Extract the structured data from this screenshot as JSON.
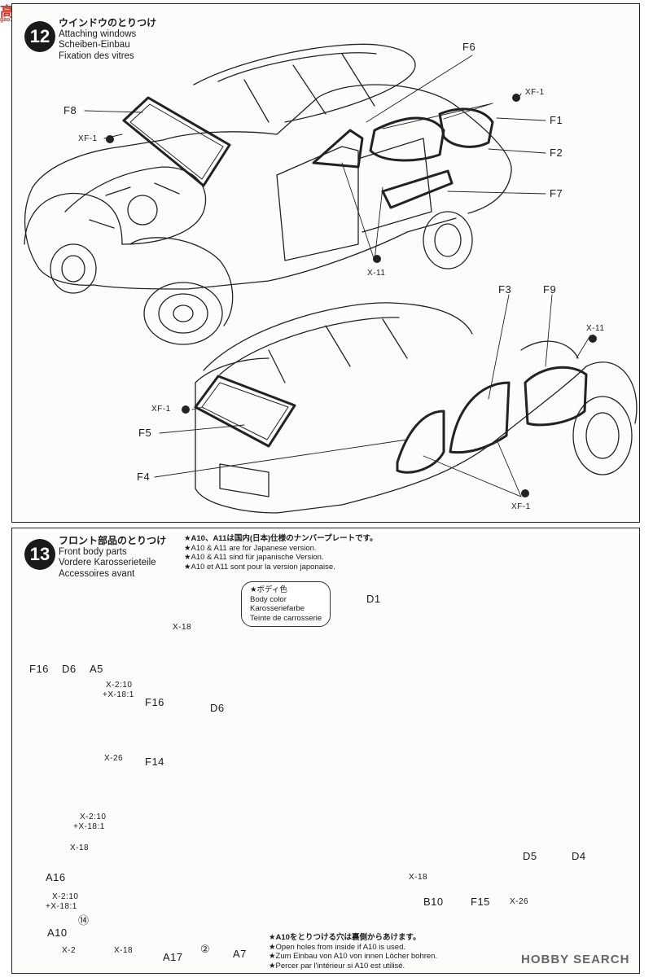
{
  "watermark": {
    "site": "高手网",
    "site_sub": "gao.shou.com",
    "brand": "HOBBY SEARCH"
  },
  "step12": {
    "number": "12",
    "title_jp": "ウインドウのとりつけ",
    "title_en": "Attaching windows",
    "title_de": "Scheiben-Einbau",
    "title_fr": "Fixation des vitres",
    "labels": {
      "f6": "F6",
      "f8": "F8",
      "xf1_a": "XF-1",
      "xf1_b": "XF-1",
      "f1": "F1",
      "f2": "F2",
      "f7": "F7",
      "x11_a": "X-11",
      "f3": "F3",
      "f9": "F9",
      "x11_b": "X-11",
      "xf1_c": "XF-1",
      "f5": "F5",
      "f4": "F4",
      "xf1_d": "XF-1"
    }
  },
  "step13": {
    "number": "13",
    "title_jp": "フロント部品のとりつけ",
    "title_en": "Front body parts",
    "title_de": "Vordere Karosserieteile",
    "title_fr": "Accessoires avant",
    "notes_top": [
      "★A10、A11は国内(日本)仕様のナンバープレートです。",
      "★A10 & A11 are for Japanese version.",
      "★A10 & A11 sind für japanische Version.",
      "★A10 et A11 sont pour la version japonaise."
    ],
    "body_color": [
      "★ボディ色",
      "Body color",
      "Karosseriefarbe",
      "Teinte de carrosserie"
    ],
    "notes_bottom": [
      "★A10をとりつける穴は裏側からあけます。",
      "★Open holes from inside if A10 is used.",
      "★Zum Einbau von A10 von innen Löcher bohren.",
      "★Percer par l'intérieur si A10 est utilisé."
    ],
    "labels": {
      "f16_a": "F16",
      "d6_a": "D6",
      "a5": "A5",
      "x18_a": "X-18",
      "x2_18_a": "X-2:10",
      "x2_18_a2": "+X-18:1",
      "f16_b": "F16",
      "d6_b": "D6",
      "d1": "D1",
      "x26_a": "X-26",
      "f14": "F14",
      "x2_18_b": "X-2:10",
      "x2_18_b2": "+X-18:1",
      "x18_b": "X-18",
      "a16": "A16",
      "x2_18_c": "X-2:10",
      "x2_18_c2": "+X-18:1",
      "c14": "⑭",
      "a10": "A10",
      "x2_a": "X-2",
      "x18_c": "X-18",
      "a17": "A17",
      "c2": "②",
      "a7": "A7",
      "x18_d": "X-18",
      "b10": "B10",
      "f15": "F15",
      "x26_b": "X-26",
      "d5": "D5",
      "d4": "D4"
    }
  }
}
